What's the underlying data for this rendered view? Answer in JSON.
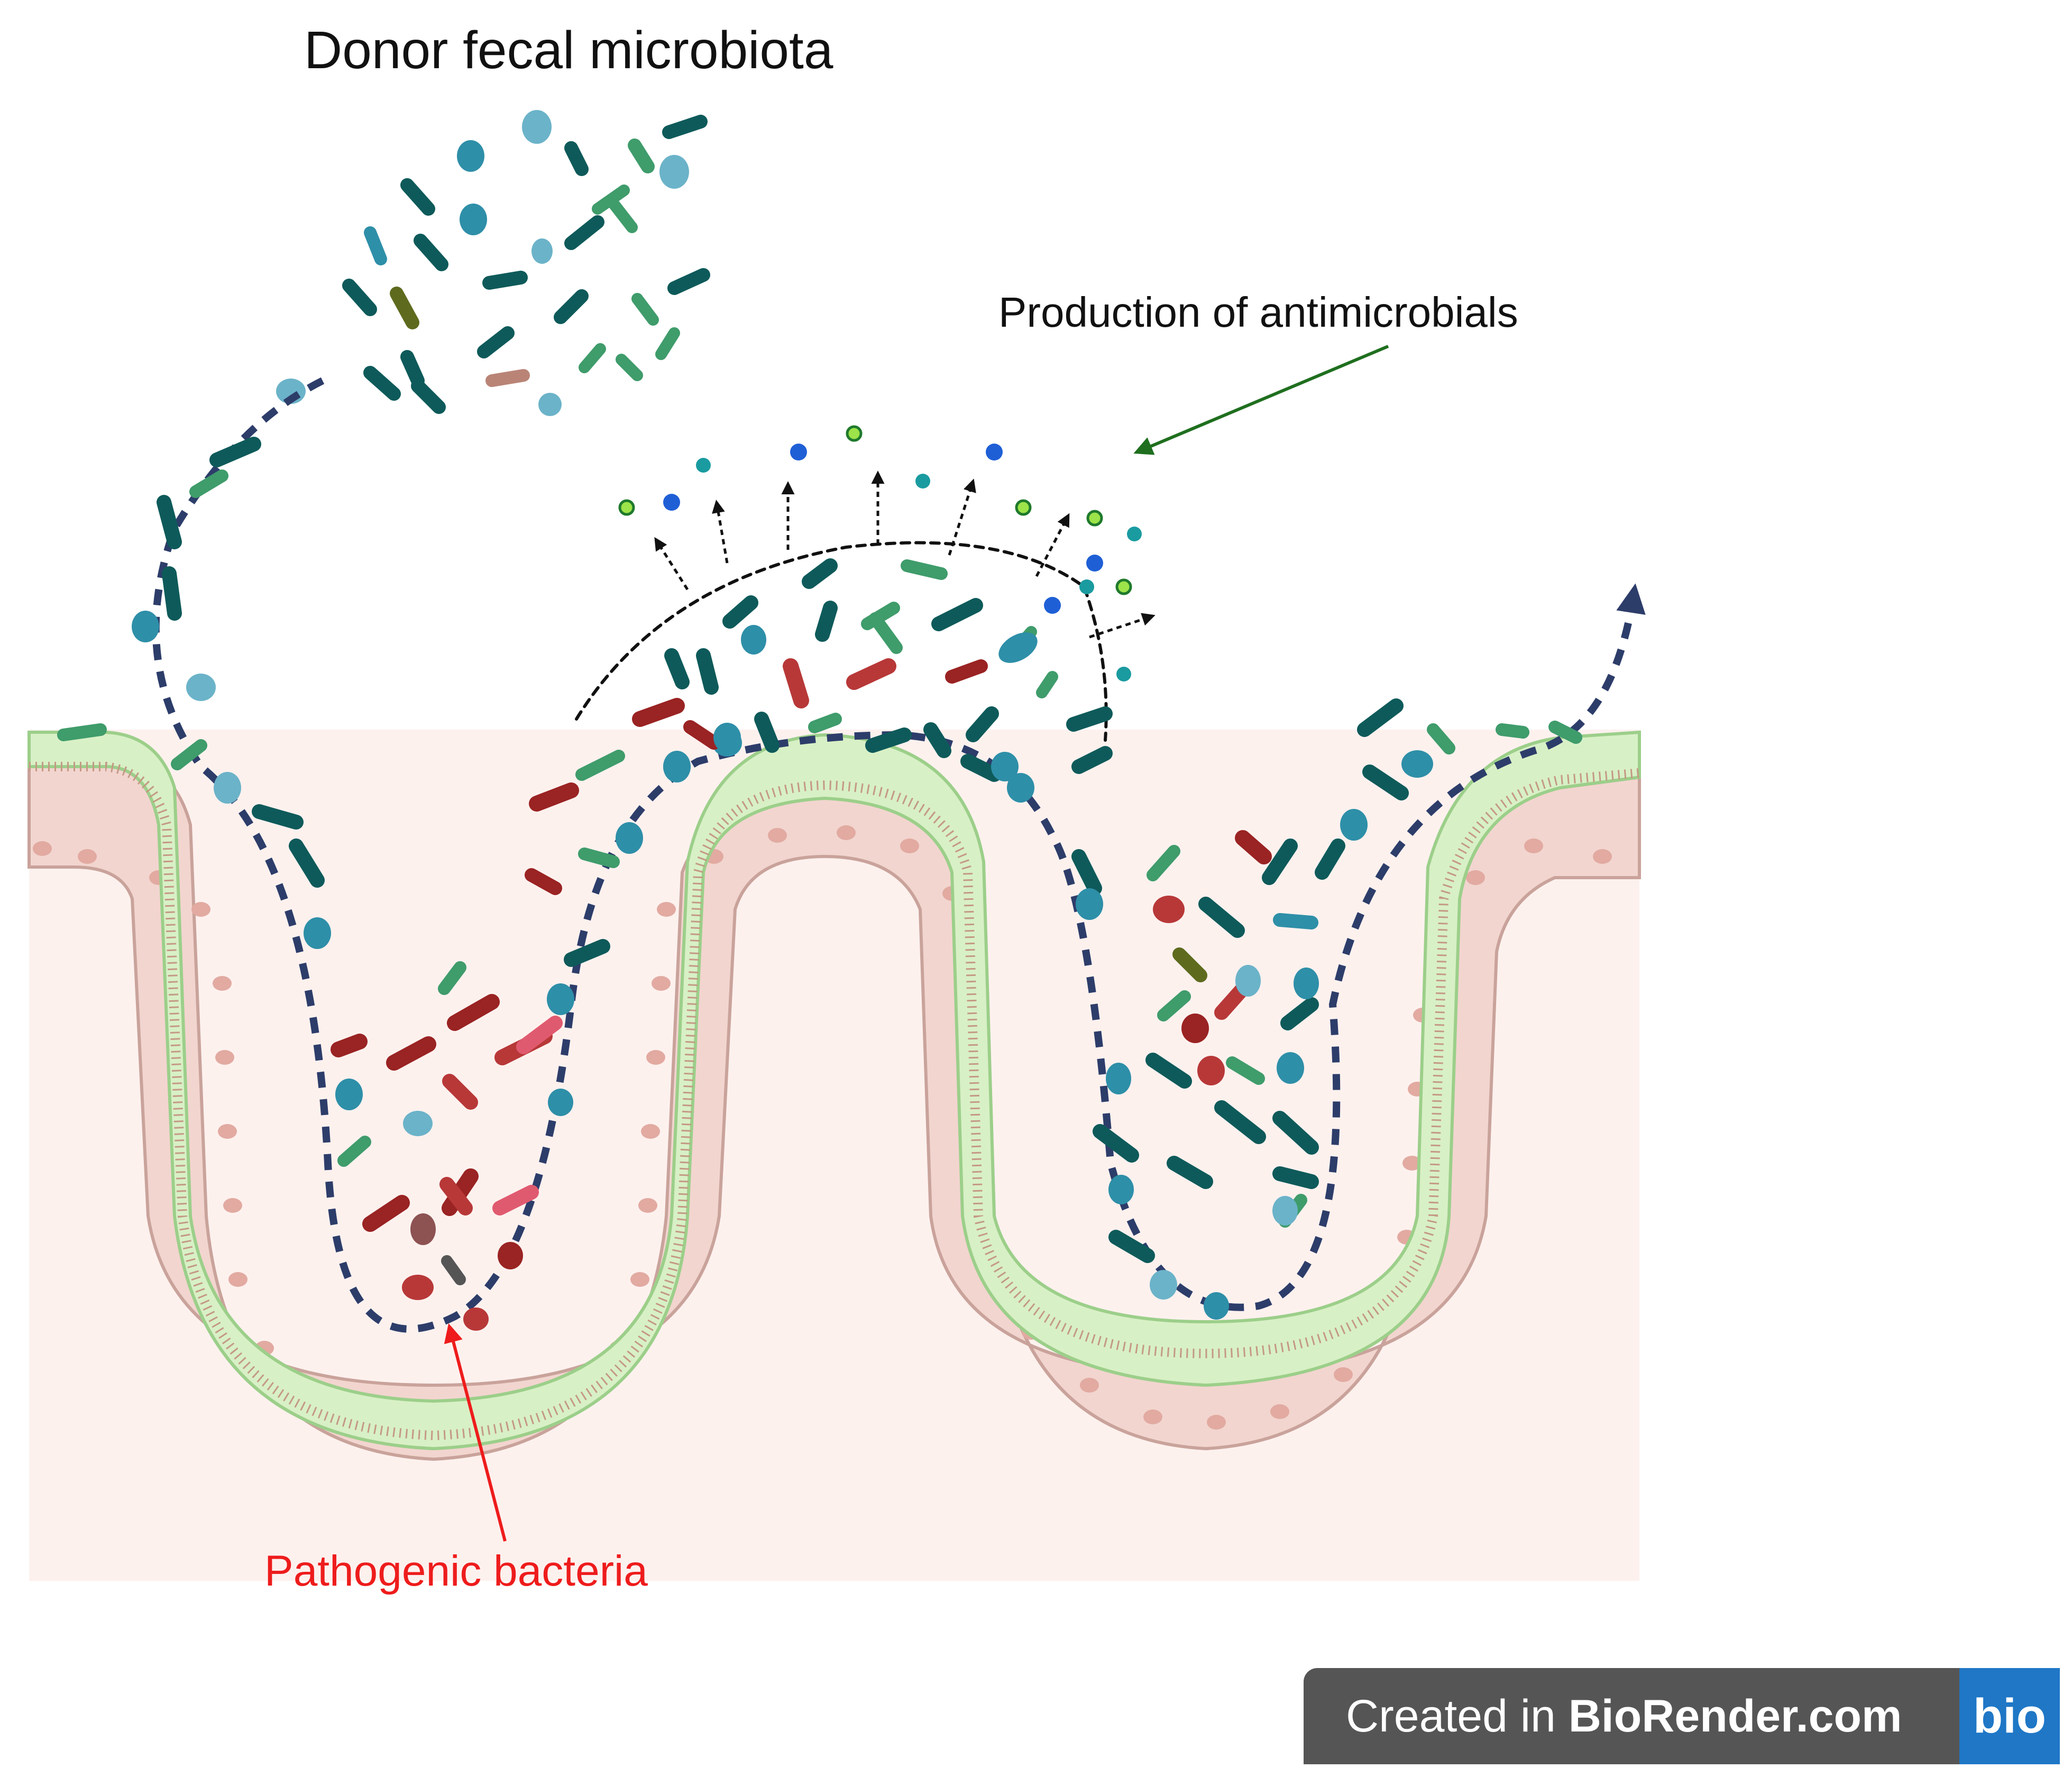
{
  "labels": {
    "title": "Donor fecal microbiota",
    "antimicrobials": "Production of antimicrobials",
    "pathogens": "Pathogenic bacteria"
  },
  "badge": {
    "prefix": "Created in ",
    "brand": "BioRender.com",
    "logo": "bio"
  },
  "colors": {
    "tissue": "#fdf1ee",
    "epithelium": "#f2d5cf",
    "epithelium_border": "#c9a39b",
    "nucleus": "#e2aaa1",
    "mucus": "#d8f0c6",
    "mucus_border": "#9ccf8a",
    "commensal_dark": "#0e5a5a",
    "commensal_green": "#3f9c6b",
    "commensal_teal": "#2e8fa8",
    "pathogen_red": "#9a2323",
    "pathogen_pink": "#e05a6f",
    "arrow_red": "#ee1c1c",
    "arrow_green": "#1f6f1f",
    "path_dash": "#2d3d6a",
    "pathogen_label": "#ee1c1c"
  }
}
